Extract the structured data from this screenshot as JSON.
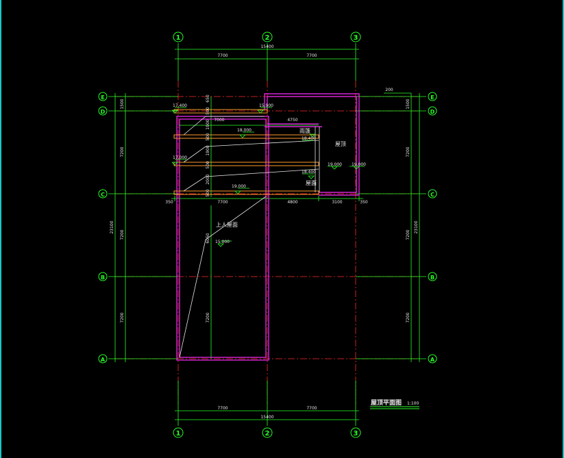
{
  "drawing": {
    "title": "屋顶平面图",
    "scale": "1:100",
    "grid_cols": [
      "1",
      "2",
      "3"
    ],
    "grid_rows": [
      "E",
      "D",
      "C",
      "B",
      "A"
    ],
    "dims": {
      "top_span_a": "7700",
      "top_span_b": "7700",
      "top_total": "15400",
      "bot_span_a": "7700",
      "bot_span_b": "7700",
      "bot_total": "15400",
      "row_e_d": "1500",
      "row_d_c": "7200",
      "row_c_b": "7200",
      "row_b_a": "7200",
      "rows_total": "23100",
      "top_right_small": "200",
      "c_row_left": "350",
      "c_row_a": "7700",
      "c_row_b": "4800",
      "c_row_c": "3100",
      "c_row_right": "350",
      "upper_a": "7000",
      "upper_b": "4750",
      "v1": "650",
      "v2": "500",
      "v3": "1900",
      "v4": "500",
      "v5": "1900",
      "v6": "500",
      "v7": "2000",
      "v8": "500",
      "lower_v": "6050",
      "lower_v2": "7200"
    },
    "levels": [
      "17.400",
      "15.900",
      "18.000",
      "18.400",
      "17.000",
      "19.000",
      "19.000",
      "18.400",
      "19.000",
      "15.000"
    ],
    "labels": {
      "stair_top": "雨篷",
      "roof": "屋顶",
      "slope": "屋面",
      "accessible_roof": "上人屋面"
    }
  }
}
